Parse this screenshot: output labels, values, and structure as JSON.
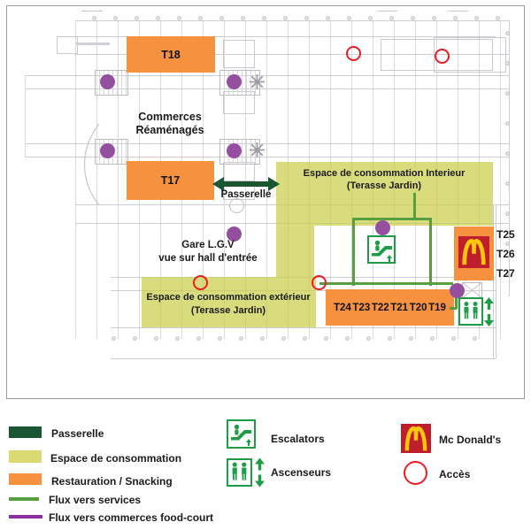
{
  "colors": {
    "restauration_orange": "#F6923F",
    "espace_consommation_yellow": "#D9DB72",
    "passerelle_dark_green": "#1A5632",
    "flux_services_green": "#569E3E",
    "flux_commerces_purple": "#8C2FA5",
    "flux_dot_purple": "#944F9F",
    "acces_red": "#EC1C24",
    "mcdonalds_red": "#BF1E2D",
    "mcdonalds_yellow": "#FFC60B",
    "pictogram_green": "#1E9C47"
  },
  "plan": {
    "shop_t18": "T18",
    "shop_t17": "T17",
    "commerces_label": "Commerces Réaménagés",
    "passerelle_label": "Passerelle",
    "interior_line1": "Espace de consommation Interieur",
    "interior_line2": "(Terasse Jardin)",
    "gare_line1": "Gare L.G.V",
    "gare_line2": "vue sur hall d'entrée",
    "exterior_line1": "Espace de consommation extérieur",
    "exterior_line2": "(Terasse Jardin)",
    "bottom_units": [
      "T24",
      "T23",
      "T22",
      "T21",
      "T20",
      "T19"
    ],
    "side_units": [
      "T25",
      "T26",
      "T27"
    ]
  },
  "legend": {
    "passerelle": "Passerelle",
    "espace": "Espace de consommation",
    "restauration": "Restauration / Snacking",
    "flux_services": "Flux vers services",
    "flux_commerces": "Flux vers commerces food-court",
    "escalators": "Escalators",
    "ascenseurs": "Ascenseurs",
    "mcdonalds": "Mc Donald's",
    "acces": "Accès"
  }
}
